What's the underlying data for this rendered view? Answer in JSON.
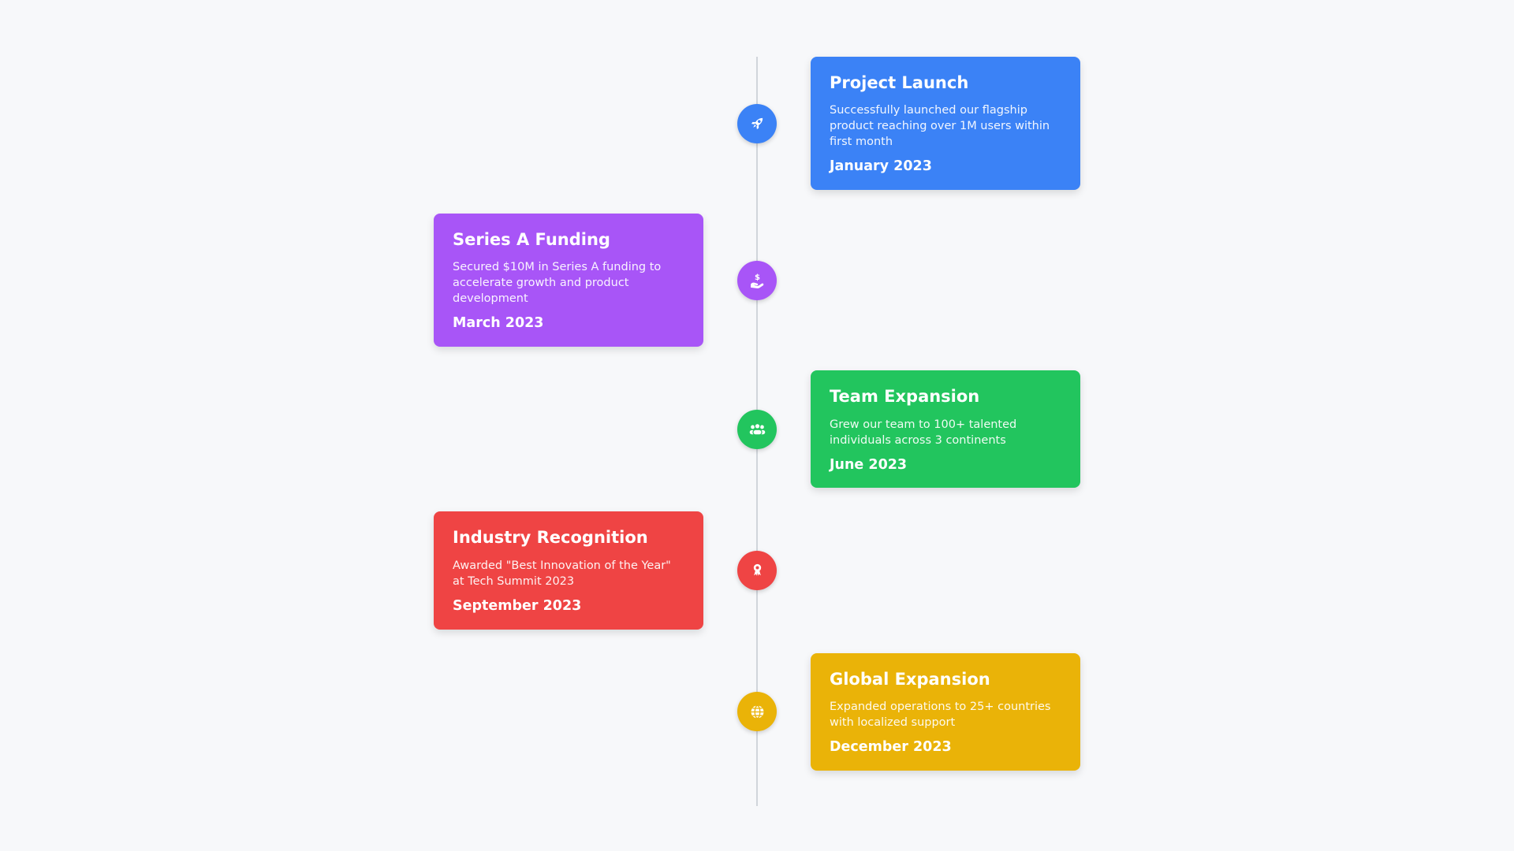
{
  "page": {
    "background_color": "#f7f8fa",
    "timeline_line_color": "#d1d5db"
  },
  "timeline": {
    "items": [
      {
        "title": "Project Launch",
        "description": "Successfully launched our flagship product reaching over 1M users within first month",
        "date": "January 2023",
        "color": "#3b82f6",
        "icon": "rocket-icon",
        "side": "right"
      },
      {
        "title": "Series A Funding",
        "description": "Secured $10M in Series A funding to accelerate growth and product development",
        "date": "March 2023",
        "color": "#a855f7",
        "icon": "hand-holding-dollar-icon",
        "side": "left"
      },
      {
        "title": "Team Expansion",
        "description": "Grew our team to 100+ talented individuals across 3 continents",
        "date": "June 2023",
        "color": "#22c55e",
        "icon": "users-icon",
        "side": "right"
      },
      {
        "title": "Industry Recognition",
        "description": "Awarded \"Best Innovation of the Year\" at Tech Summit 2023",
        "date": "September 2023",
        "color": "#ef4444",
        "icon": "award-icon",
        "side": "left"
      },
      {
        "title": "Global Expansion",
        "description": "Expanded operations to 25+ countries with localized support",
        "date": "December 2023",
        "color": "#eab308",
        "icon": "globe-icon",
        "side": "right"
      }
    ]
  }
}
